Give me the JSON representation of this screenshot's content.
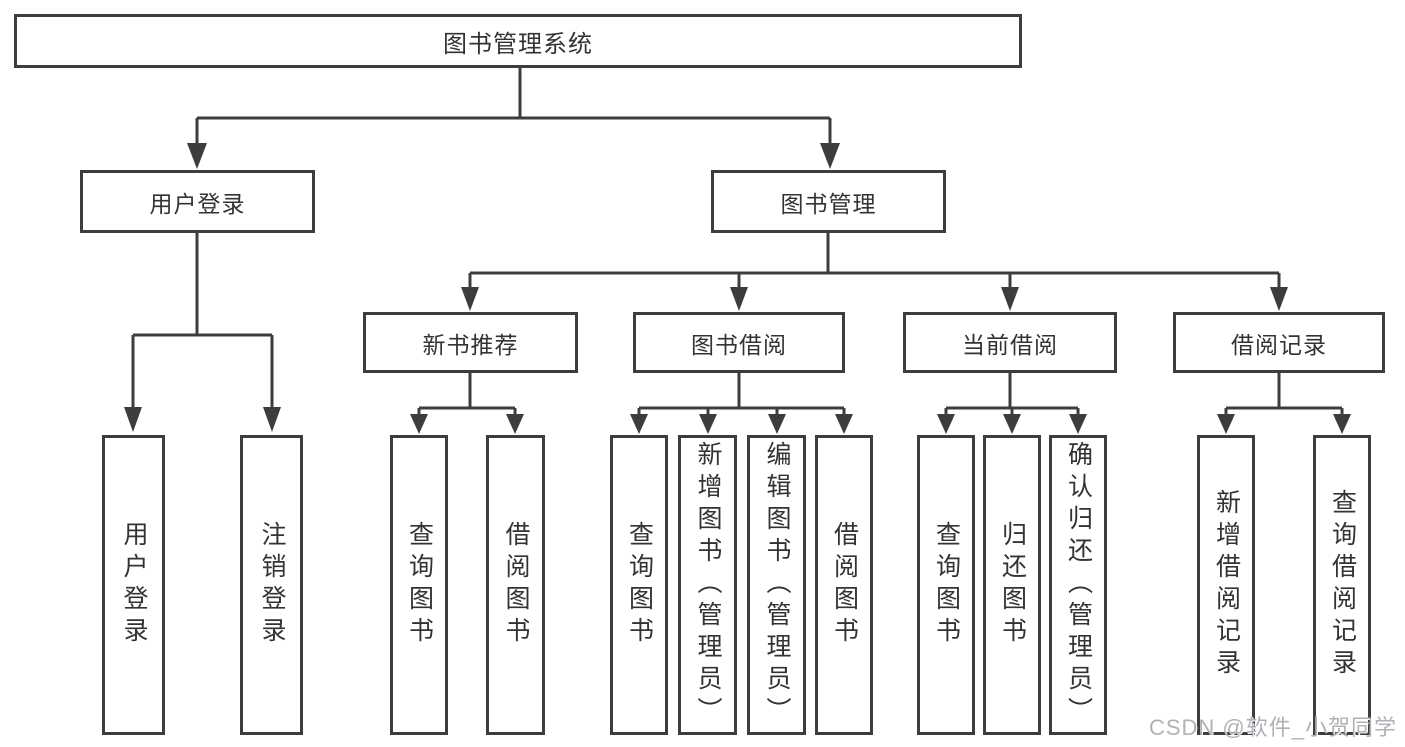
{
  "diagram": {
    "root": "图书管理系统",
    "user_login": {
      "label": "用户登录",
      "leaves": [
        "用户登录",
        "注销登录"
      ]
    },
    "book_mgmt": {
      "label": "图书管理",
      "sections": {
        "new_book_rec": {
          "label": "新书推荐",
          "leaves": [
            "查询图书",
            "借阅图书"
          ]
        },
        "book_borrow": {
          "label": "图书借阅",
          "leaves": [
            "查询图书",
            "新增图书（管理员）",
            "编辑图书（管理员）",
            "借阅图书"
          ]
        },
        "cur_borrow": {
          "label": "当前借阅",
          "leaves": [
            "查询图书",
            "归还图书",
            "确认归还（管理员）"
          ]
        },
        "borrow_rec": {
          "label": "借阅记录",
          "leaves": [
            "新增借阅记录",
            "查询借阅记录"
          ]
        }
      }
    }
  },
  "colors": {
    "line": "#3d3d3d",
    "text": "#333333",
    "watermark": "#aeb1b6"
  },
  "watermark": "CSDN @软件_小贺同学"
}
